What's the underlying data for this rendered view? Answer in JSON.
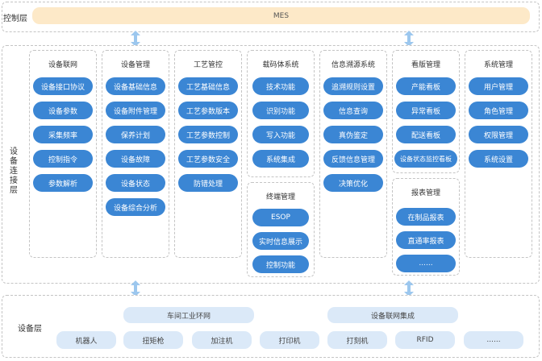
{
  "control_layer": {
    "label": "控制层",
    "mes": "MES"
  },
  "device_conn_layer": {
    "label": [
      "设",
      "备",
      "连",
      "接",
      "层"
    ],
    "columns": [
      {
        "title": "设备联网",
        "items": [
          "设备接口协议",
          "设备参数",
          "采集频率",
          "控制指令",
          "参数解析"
        ]
      },
      {
        "title": "设备管理",
        "items": [
          "设备基础信息",
          "设备附件管理",
          "保养计划",
          "设备故障",
          "设备状态",
          "设备综合分析"
        ]
      },
      {
        "title": "工艺管控",
        "items": [
          "工艺基础信息",
          "工艺参数版本",
          "工艺参数控制",
          "工艺参数安全",
          "防错处理"
        ]
      },
      {
        "title": "载码体系统",
        "items": [
          "技术功能",
          "识别功能",
          "写入功能",
          "系统集成"
        ]
      },
      {
        "title": "终端管理",
        "items": [
          "ESOP",
          "实时信息展示",
          "控制功能"
        ]
      },
      {
        "title": "信息溯源系统",
        "items": [
          "追溯规则设置",
          "信息查询",
          "真伪鉴定",
          "反馈信息管理",
          "决策优化"
        ]
      },
      {
        "title": "看版管理",
        "items": [
          "产能看板",
          "异常看板",
          "配送看板",
          "设备状态监控看板"
        ]
      },
      {
        "title": "报表管理",
        "items": [
          "在制品报表",
          "直通率报表",
          "......"
        ]
      },
      {
        "title": "系统管理",
        "items": [
          "用户管理",
          "角色管理",
          "权限管理",
          "系统设置"
        ]
      }
    ]
  },
  "device_layer": {
    "label": "设备层",
    "networks": [
      "车间工业环网",
      "设备联网集成"
    ],
    "devices": [
      "机器人",
      "扭矩枪",
      "加注机",
      "打印机",
      "打刻机",
      "RFID",
      "......"
    ]
  },
  "colors": {
    "pill": "#3b86d4",
    "mes_bar": "#fde9c8",
    "light_bar": "#dbe9f8",
    "arrow": "#9cc7ee",
    "border": "#c4c4c4"
  }
}
